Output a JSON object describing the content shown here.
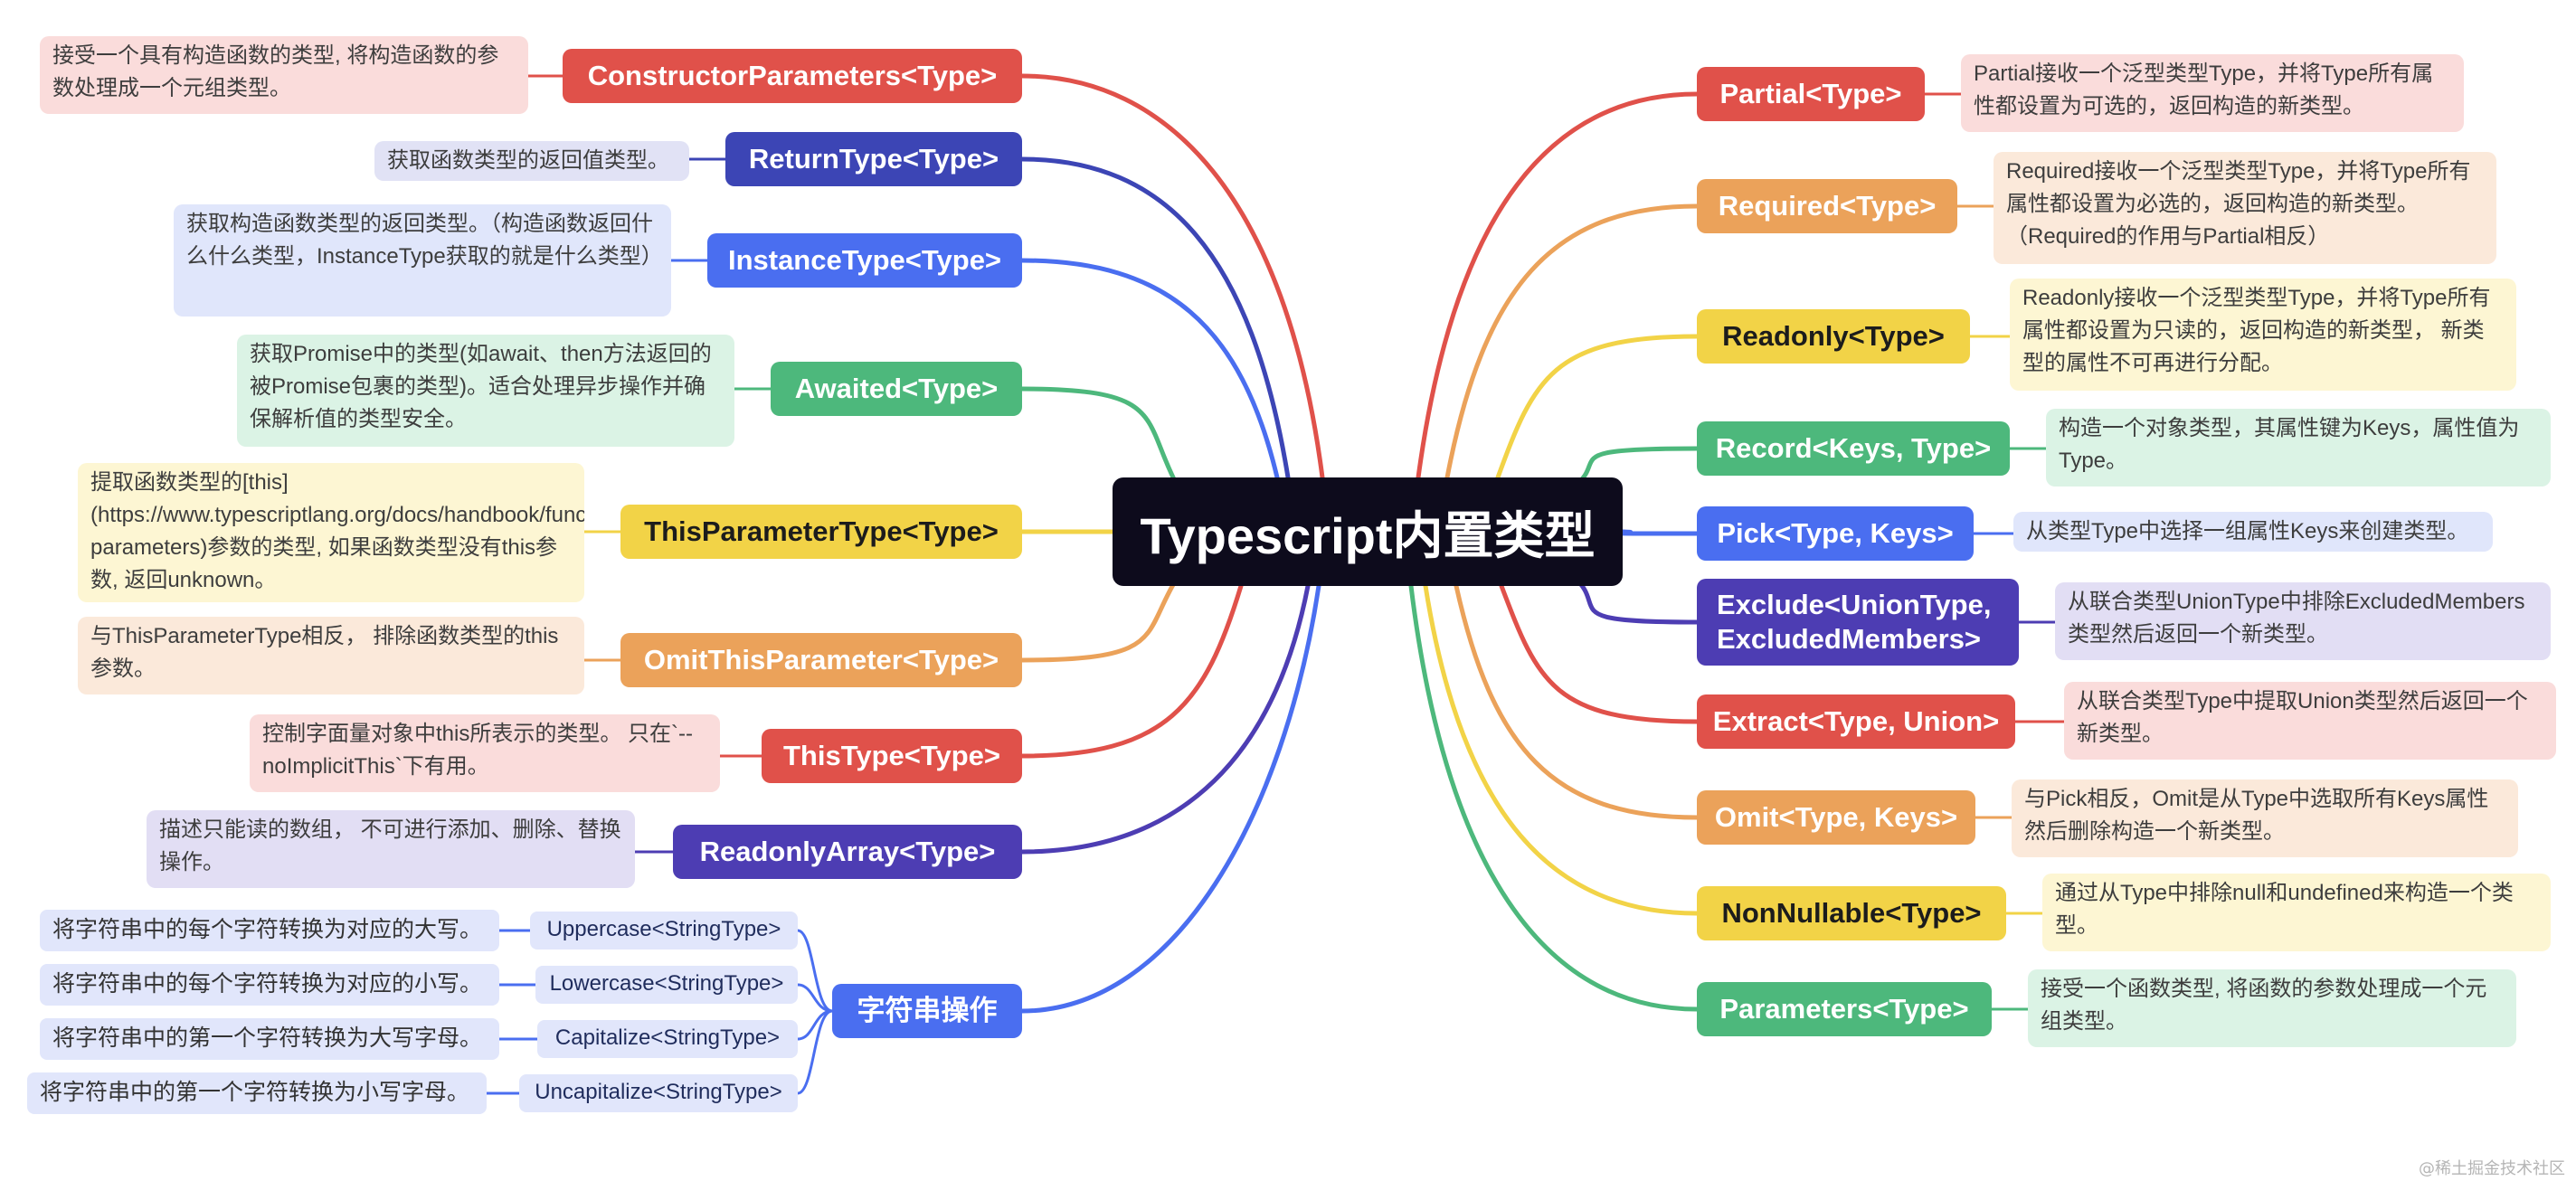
{
  "root": {
    "title": "Typescript内置类型"
  },
  "colors": {
    "red": "#e0514a",
    "navy": "#3c45b5",
    "blue": "#4a6ef0",
    "green": "#4db87c",
    "yellow": "#f2d347",
    "orange": "#eba25a",
    "purple": "#4d3db3"
  },
  "left": [
    {
      "id": "constructor",
      "label": "ConstructorParameters<Type>",
      "desc": "接受一个具有构造函数的类型, 将构造函数的参数处理成一个元组类型。",
      "color": "red"
    },
    {
      "id": "returntype",
      "label": "ReturnType<Type>",
      "desc": "获取函数类型的返回值类型。",
      "color": "navy"
    },
    {
      "id": "instancetype",
      "label": "InstanceType<Type>",
      "desc": "获取构造函数类型的返回类型。（构造函数返回什么什么类型，InstanceType获取的就是什么类型）",
      "color": "blue"
    },
    {
      "id": "awaited",
      "label": "Awaited<Type>",
      "desc": " 获取Promise中的类型(如await、then方法返回的被Promise包裹的类型)。适合处理异步操作并确保解析值的类型安全。",
      "color": "green"
    },
    {
      "id": "thisparametertype",
      "label": "ThisParameterType<Type>",
      "desc": "提取函数类型的[this](https://www.typescriptlang.org/docs/handbook/functions.html#this-parameters)参数的类型, 如果函数类型没有this参数, 返回unknown。",
      "color": "yellow"
    },
    {
      "id": "omitthisparameter",
      "label": "OmitThisParameter<Type>",
      "desc": "与ThisParameterType相反， 排除函数类型的this参数。",
      "color": "orange"
    },
    {
      "id": "thistype",
      "label": "ThisType<Type>",
      "desc": "控制字面量对象中this所表示的类型。 只在`--noImplicitThis`下有用。",
      "color": "red"
    },
    {
      "id": "readonlyarray",
      "label": "ReadonlyArray<Type>",
      "desc": " 描述只能读的数组， 不可进行添加、删除、替换操作。",
      "color": "purple"
    }
  ],
  "string_ops": {
    "label": "字符串操作",
    "color": "blue",
    "items": [
      {
        "label": "Uppercase<StringType>",
        "desc": "将字符串中的每个字符转换为对应的大写。"
      },
      {
        "label": "Lowercase<StringType>",
        "desc": "将字符串中的每个字符转换为对应的小写。"
      },
      {
        "label": "Capitalize<StringType>",
        "desc": "将字符串中的第一个字符转换为大写字母。"
      },
      {
        "label": "Uncapitalize<StringType>",
        "desc": "将字符串中的第一个字符转换为小写字母。"
      }
    ]
  },
  "right": [
    {
      "id": "partial",
      "label": "Partial<Type>",
      "desc": "Partial接收一个泛型类型Type，并将Type所有属性都设置为可选的，返回构造的新类型。",
      "color": "red"
    },
    {
      "id": "required",
      "label": "Required<Type>",
      "desc": "Required接收一个泛型类型Type，并将Type所有属性都设置为必选的，返回构造的新类型。（Required的作用与Partial相反）",
      "color": "orange"
    },
    {
      "id": "readonly",
      "label": "Readonly<Type>",
      "desc": "Readonly接收一个泛型类型Type，并将Type所有属性都设置为只读的，返回构造的新类型， 新类型的属性不可再进行分配。",
      "color": "yellow"
    },
    {
      "id": "record",
      "label": "Record<Keys, Type>",
      "desc": "构造一个对象类型，其属性键为Keys，属性值为Type。",
      "color": "green"
    },
    {
      "id": "pick",
      "label": "Pick<Type, Keys>",
      "desc": "从类型Type中选择一组属性Keys来创建类型。",
      "color": "blue"
    },
    {
      "id": "exclude",
      "label_lines": [
        "Exclude<UnionType,",
        "ExcludedMembers>"
      ],
      "desc": "从联合类型UnionType中排除ExcludedMembers类型然后返回一个新类型。",
      "color": "purple"
    },
    {
      "id": "extract",
      "label": "Extract<Type, Union>",
      "desc": "从联合类型Type中提取Union类型然后返回一个新类型。",
      "color": "red"
    },
    {
      "id": "omit",
      "label": "Omit<Type, Keys>",
      "desc": "与Pick相反，Omit是从Type中选取所有Keys属性然后删除构造一个新类型。",
      "color": "orange"
    },
    {
      "id": "nonnullable",
      "label": "NonNullable<Type>",
      "desc": "通过从Type中排除null和undefined来构造一个类型。",
      "color": "yellow"
    },
    {
      "id": "parameters",
      "label": "Parameters<Type>",
      "desc": "接受一个函数类型, 将函数的参数处理成一个元组类型。",
      "color": "green"
    }
  ],
  "watermark": "@稀土掘金技术社区"
}
